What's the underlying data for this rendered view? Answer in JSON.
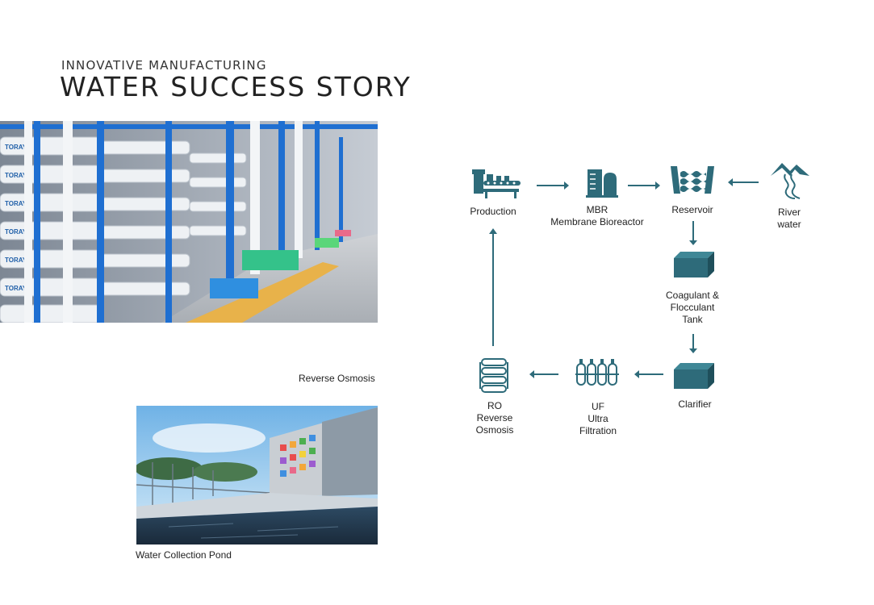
{
  "header": {
    "kicker": "INNOVATIVE MANUFACTURING",
    "title": "WATER SUCCESS STORY"
  },
  "photos": {
    "ro_photo": {
      "brand": "TORAY"
    },
    "ro_caption": "Reverse Osmosis",
    "pond_caption": "Water Collection Pond"
  },
  "flow": {
    "accent": "#2e6b7a",
    "nodes": {
      "production": {
        "lines": [
          "Production"
        ],
        "icon": "factory-conveyor-icon"
      },
      "mbr": {
        "lines": [
          "MBR",
          "Membrane Bioreactor"
        ],
        "icon": "bioreactor-icon"
      },
      "reservoir": {
        "lines": [
          "Reservoir"
        ],
        "icon": "reservoir-icon"
      },
      "river": {
        "lines": [
          "River",
          "water"
        ],
        "icon": "river-mountain-icon"
      },
      "coagulant": {
        "lines": [
          "Coagulant &",
          "Flocculant",
          "Tank"
        ],
        "icon": "tank-icon"
      },
      "clarifier": {
        "lines": [
          "Clarifier"
        ],
        "icon": "tank-icon"
      },
      "uf": {
        "lines": [
          "UF",
          "Ultra",
          "Filtration"
        ],
        "icon": "uf-cartridges-icon"
      },
      "ro": {
        "lines": [
          "RO",
          "Reverse",
          "Osmosis"
        ],
        "icon": "ro-membranes-icon"
      }
    }
  }
}
